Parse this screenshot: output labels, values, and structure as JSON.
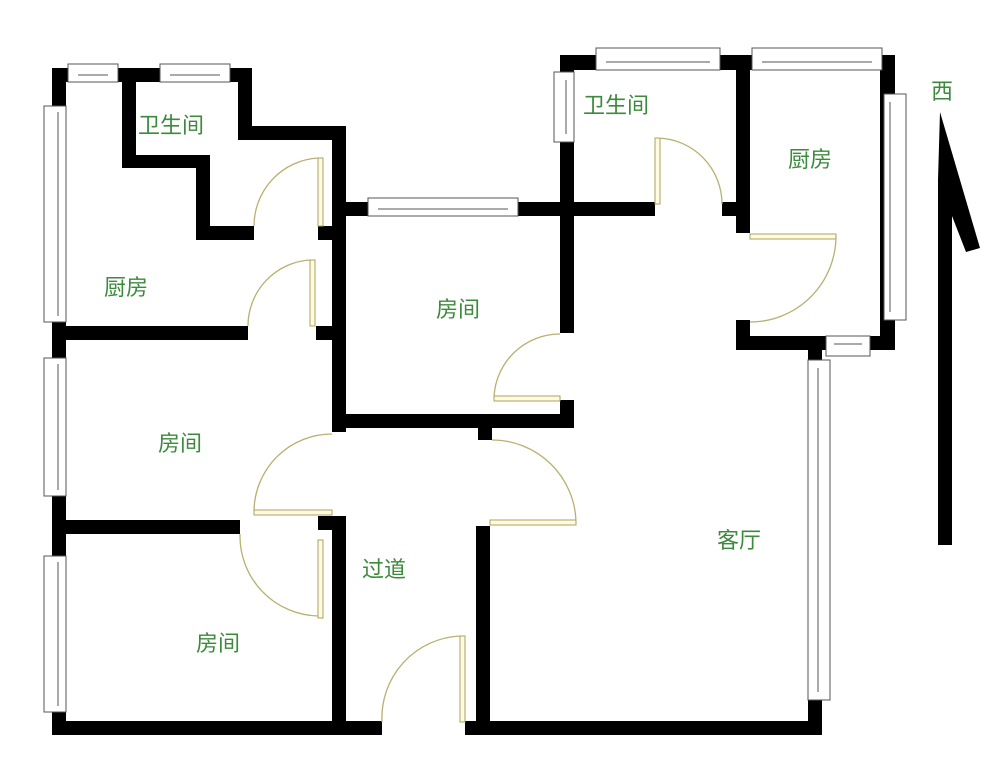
{
  "rooms": {
    "bath_left": "卫生间",
    "kitchen_left": "厨房",
    "room_center": "房间",
    "room_left_mid": "房间",
    "room_left_bottom": "房间",
    "corridor": "过道",
    "bath_right": "卫生间",
    "kitchen_right": "厨房",
    "living": "客厅"
  },
  "compass": {
    "label": "西"
  },
  "colors": {
    "wall": "#000000",
    "label": "#3c8a3c",
    "door": "#b8b070"
  }
}
